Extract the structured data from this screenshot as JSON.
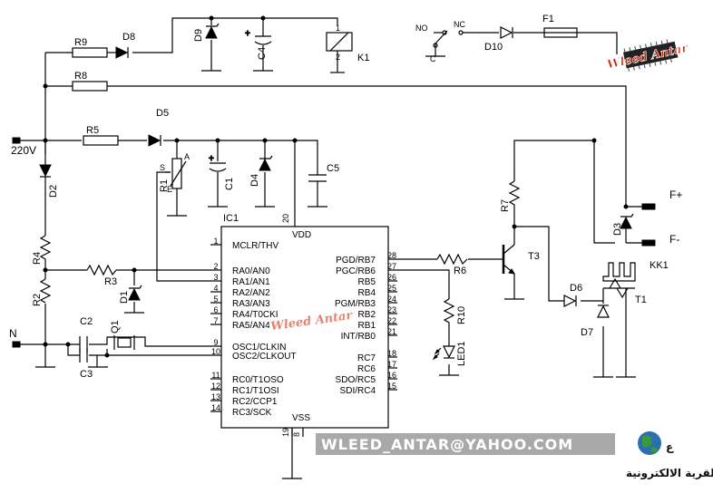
{
  "components": {
    "R9": "R9",
    "D8": "D8",
    "D9": "D9",
    "C4": "C4",
    "K1": "K1",
    "R8": "R8",
    "R5": "R5",
    "D5": "D5",
    "R1": "R1",
    "C1": "C1",
    "D4": "D4",
    "C5": "C5",
    "D2": "D2",
    "R4": "R4",
    "R3": "R3",
    "D1": "D1",
    "R2": "R2",
    "C2": "C2",
    "C3": "C3",
    "Q1": "Q1",
    "IC1": "IC1",
    "R6": "R6",
    "R10": "R10",
    "LED1": "LED1",
    "T3": "T3",
    "R7": "R7",
    "D6": "D6",
    "D7": "D7",
    "D3": "D3",
    "KK1": "KK1",
    "T1": "T1",
    "D10": "D10",
    "F1": "F1"
  },
  "terminals": {
    "mains": "220V",
    "neutral": "N",
    "fan_plus": "F+",
    "fan_minus": "F-",
    "relay_no": "NO",
    "relay_nc": "NC",
    "relay_c": "C"
  },
  "pot_pins": {
    "s": "S",
    "a": "A",
    "e": "E"
  },
  "relay_pins": {
    "p1": "1",
    "p2": "2"
  },
  "ic_left_pins": [
    {
      "num": "1",
      "name": "MCLR/THV"
    },
    {
      "num": "2",
      "name": "RA0/AN0"
    },
    {
      "num": "3",
      "name": "RA1/AN1"
    },
    {
      "num": "4",
      "name": "RA2/AN2"
    },
    {
      "num": "5",
      "name": "RA3/AN3"
    },
    {
      "num": "6",
      "name": "RA4/T0CKI"
    },
    {
      "num": "7",
      "name": "RA5/AN4"
    },
    {
      "num": "9",
      "name": "OSC1/CLKIN"
    },
    {
      "num": "10",
      "name": "OSC2/CLKOUT"
    },
    {
      "num": "11",
      "name": "RC0/T1OSO"
    },
    {
      "num": "12",
      "name": "RC1/T1OSI"
    },
    {
      "num": "13",
      "name": "RC2/CCP1"
    },
    {
      "num": "14",
      "name": "RC3/SCK"
    }
  ],
  "ic_right_pins": [
    {
      "num": "28",
      "name": "PGD/RB7"
    },
    {
      "num": "27",
      "name": "PGC/RB6"
    },
    {
      "num": "26",
      "name": "RB5"
    },
    {
      "num": "25",
      "name": "RB4"
    },
    {
      "num": "24",
      "name": "PGM/RB3"
    },
    {
      "num": "23",
      "name": "RB2"
    },
    {
      "num": "22",
      "name": "RB1"
    },
    {
      "num": "21",
      "name": "INT/RB0"
    },
    {
      "num": "18",
      "name": "RC7"
    },
    {
      "num": "17",
      "name": "RC6"
    },
    {
      "num": "16",
      "name": "SDO/RC5"
    },
    {
      "num": "15",
      "name": "SDI/RC4"
    }
  ],
  "ic_power": {
    "vdd": "VDD",
    "vdd_pin": "20",
    "vss": "VSS",
    "vss_pin1": "19",
    "vss_pin2": "8"
  },
  "watermark": {
    "logo_text": "Wleed Antar",
    "email": "WLEED_ANTAR@YAHOO.COM",
    "arabic": "القرية الالكترونية"
  },
  "colors": {
    "wire": "#000000",
    "logo_red": "#cc2200",
    "globe_blue": "#2a6fb0",
    "globe_green": "#3a9a3a"
  }
}
